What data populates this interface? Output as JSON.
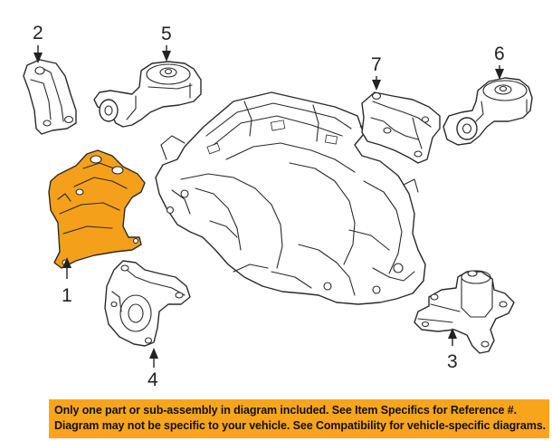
{
  "colors": {
    "highlight": "#f5a01a",
    "notice_background": "#f8a51c",
    "line_art": "#2a2a2a"
  },
  "callouts": {
    "part1": "1",
    "part2": "2",
    "part3": "3",
    "part4": "4",
    "part5": "5",
    "part6": "6",
    "part7": "7"
  },
  "notice": {
    "line1": "Only one part or sub-assembly in diagram included. See Item Specifics for Reference #.",
    "line2": "Diagram may not be specific to your vehicle. See Compatibility for vehicle-specific diagrams."
  }
}
